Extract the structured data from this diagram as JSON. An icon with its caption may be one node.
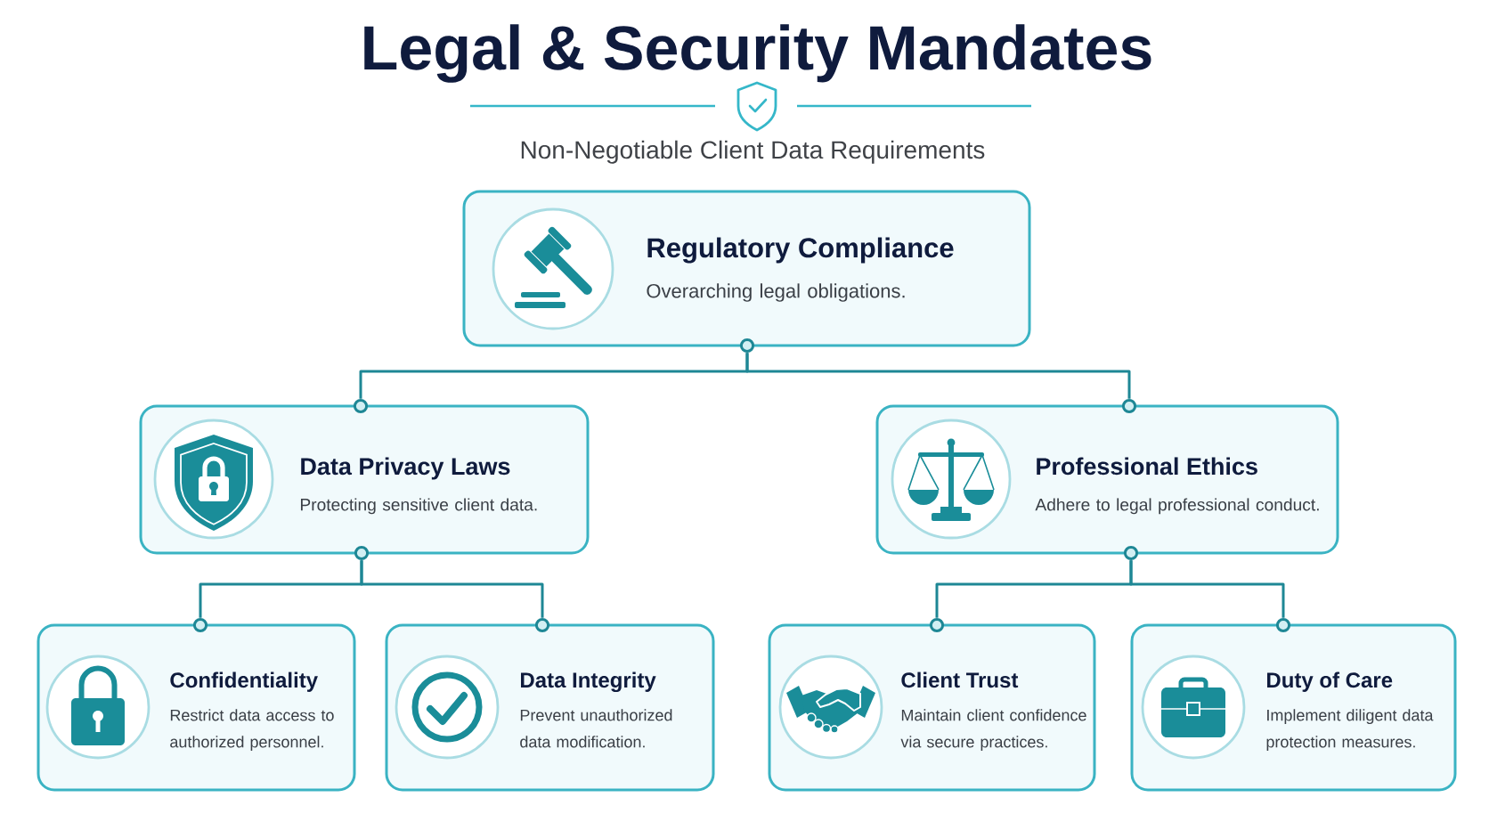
{
  "diagram": {
    "title": "Legal & Security Mandates",
    "nodes": [
      {
        "text": [
          "Regulatory Compliance",
          "Overarching legal obligations."
        ]
      },
      {
        "text": [
          "Data Privacy Laws",
          "Protecting sensitive client data."
        ]
      },
      {
        "text": [
          "Professional Ethics",
          "Adhere to legal professional conduct."
        ]
      },
      {
        "text": [
          "Confidentiality",
          "Restrict data access to authorized personnel."
        ]
      },
      {
        "text": [
          "Data Integrity",
          "Prevent unauthorized data modification."
        ]
      },
      {
        "text": [
          "Client Trust",
          "Maintain client confidence via secure practices."
        ]
      },
      {
        "text": [
          "Duty of Care",
          "Implement diligent data protection measures."
        ]
      }
    ],
    "edges": [
      {
        "from": 0,
        "to": 1,
        "arrow": "none"
      },
      {
        "from": 0,
        "to": 2,
        "arrow": "none"
      },
      {
        "from": 1,
        "to": 3,
        "arrow": "none"
      },
      {
        "from": 1,
        "to": 4,
        "arrow": "none"
      },
      {
        "from": 2,
        "to": 5,
        "arrow": "none"
      },
      {
        "from": 2,
        "to": 6,
        "arrow": "none"
      }
    ],
    "labels": [
      "Non-Negotiable Client Data Requirements"
    ]
  }
}
